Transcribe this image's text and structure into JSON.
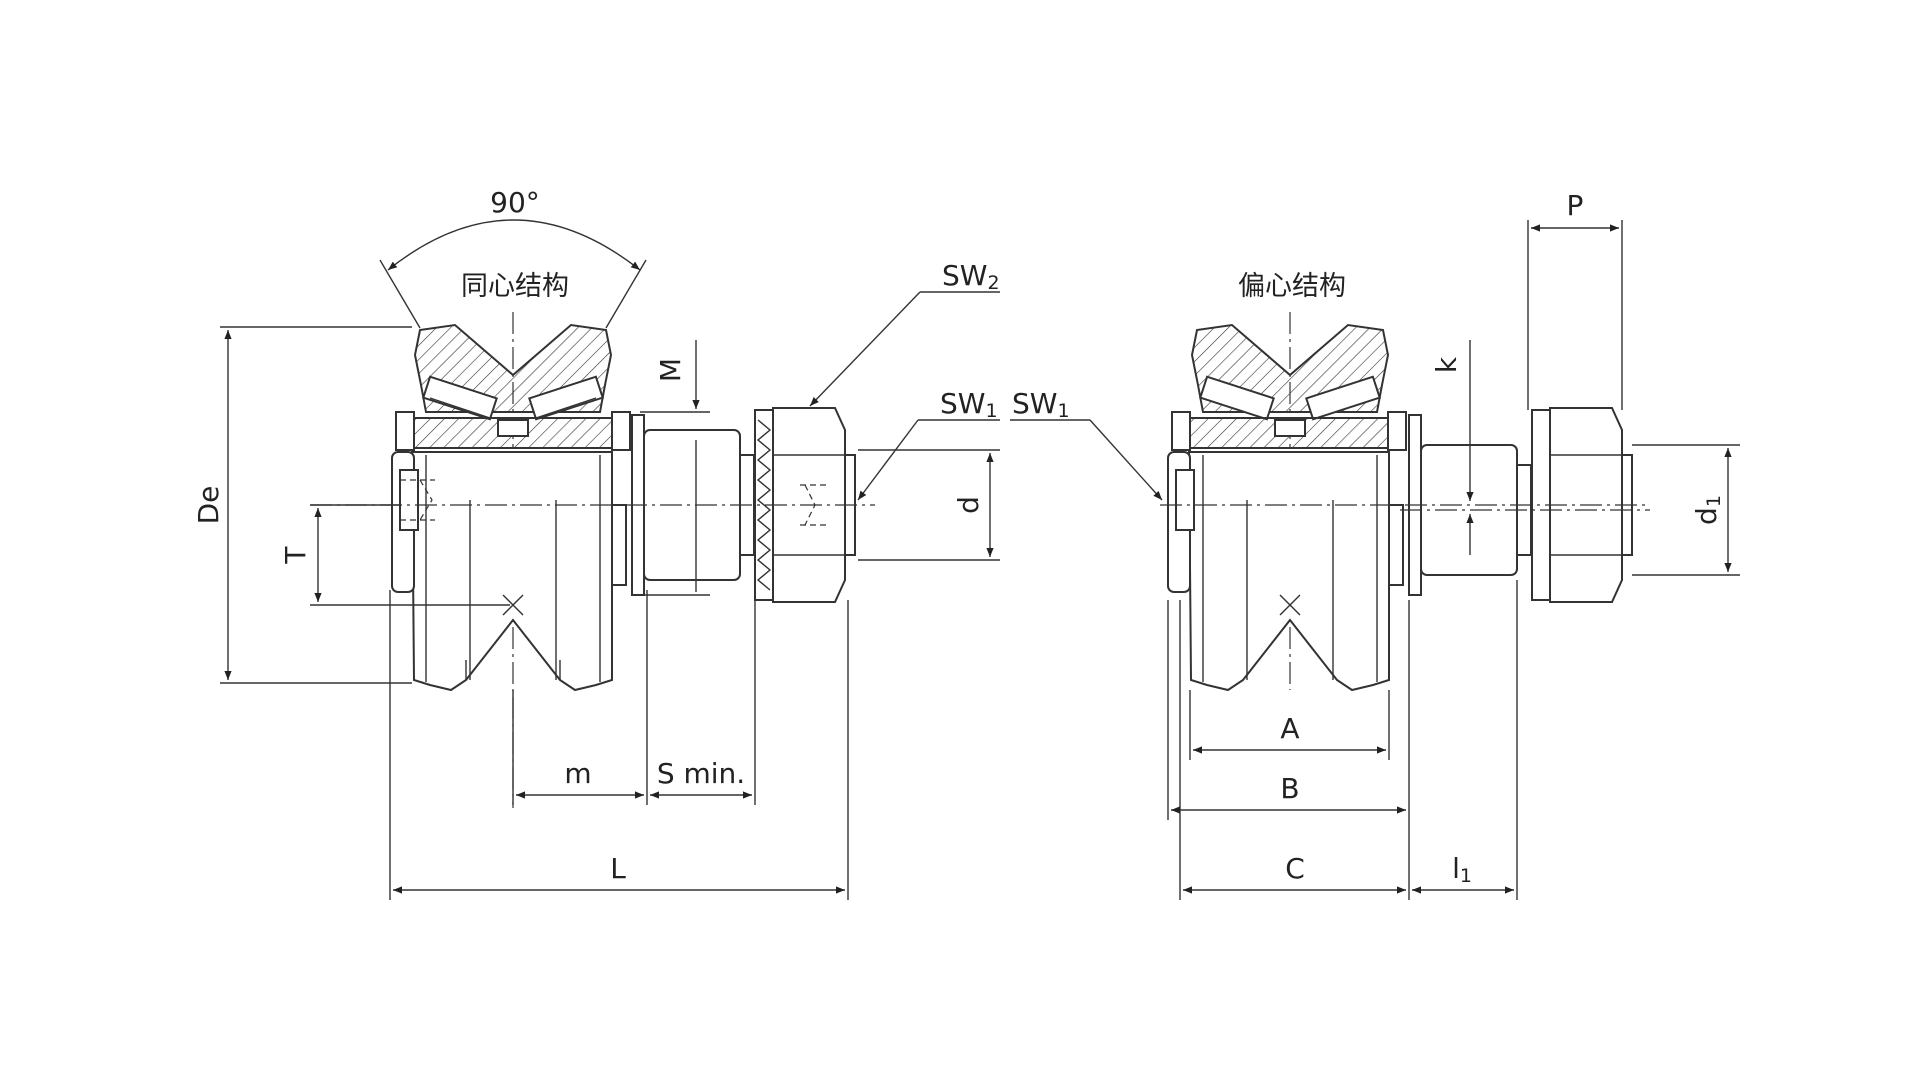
{
  "figure": {
    "angle_label": "90°",
    "left_view": {
      "title": "同心结构",
      "dims": {
        "De": "De",
        "T": "T",
        "M": "M",
        "d": "d",
        "m": "m",
        "s_min": "S min.",
        "L": "L",
        "sw2_main": "SW",
        "sw2_sub": "2",
        "sw1_main": "SW",
        "sw1_sub": "1"
      }
    },
    "right_view": {
      "title": "偏心结构",
      "dims": {
        "P": "P",
        "k": "k",
        "d1_main": "d",
        "d1_sub": "1",
        "A": "A",
        "B": "B",
        "C": "C",
        "l1_main": "l",
        "l1_sub": "1",
        "sw1_main": "SW",
        "sw1_sub": "1"
      }
    }
  }
}
